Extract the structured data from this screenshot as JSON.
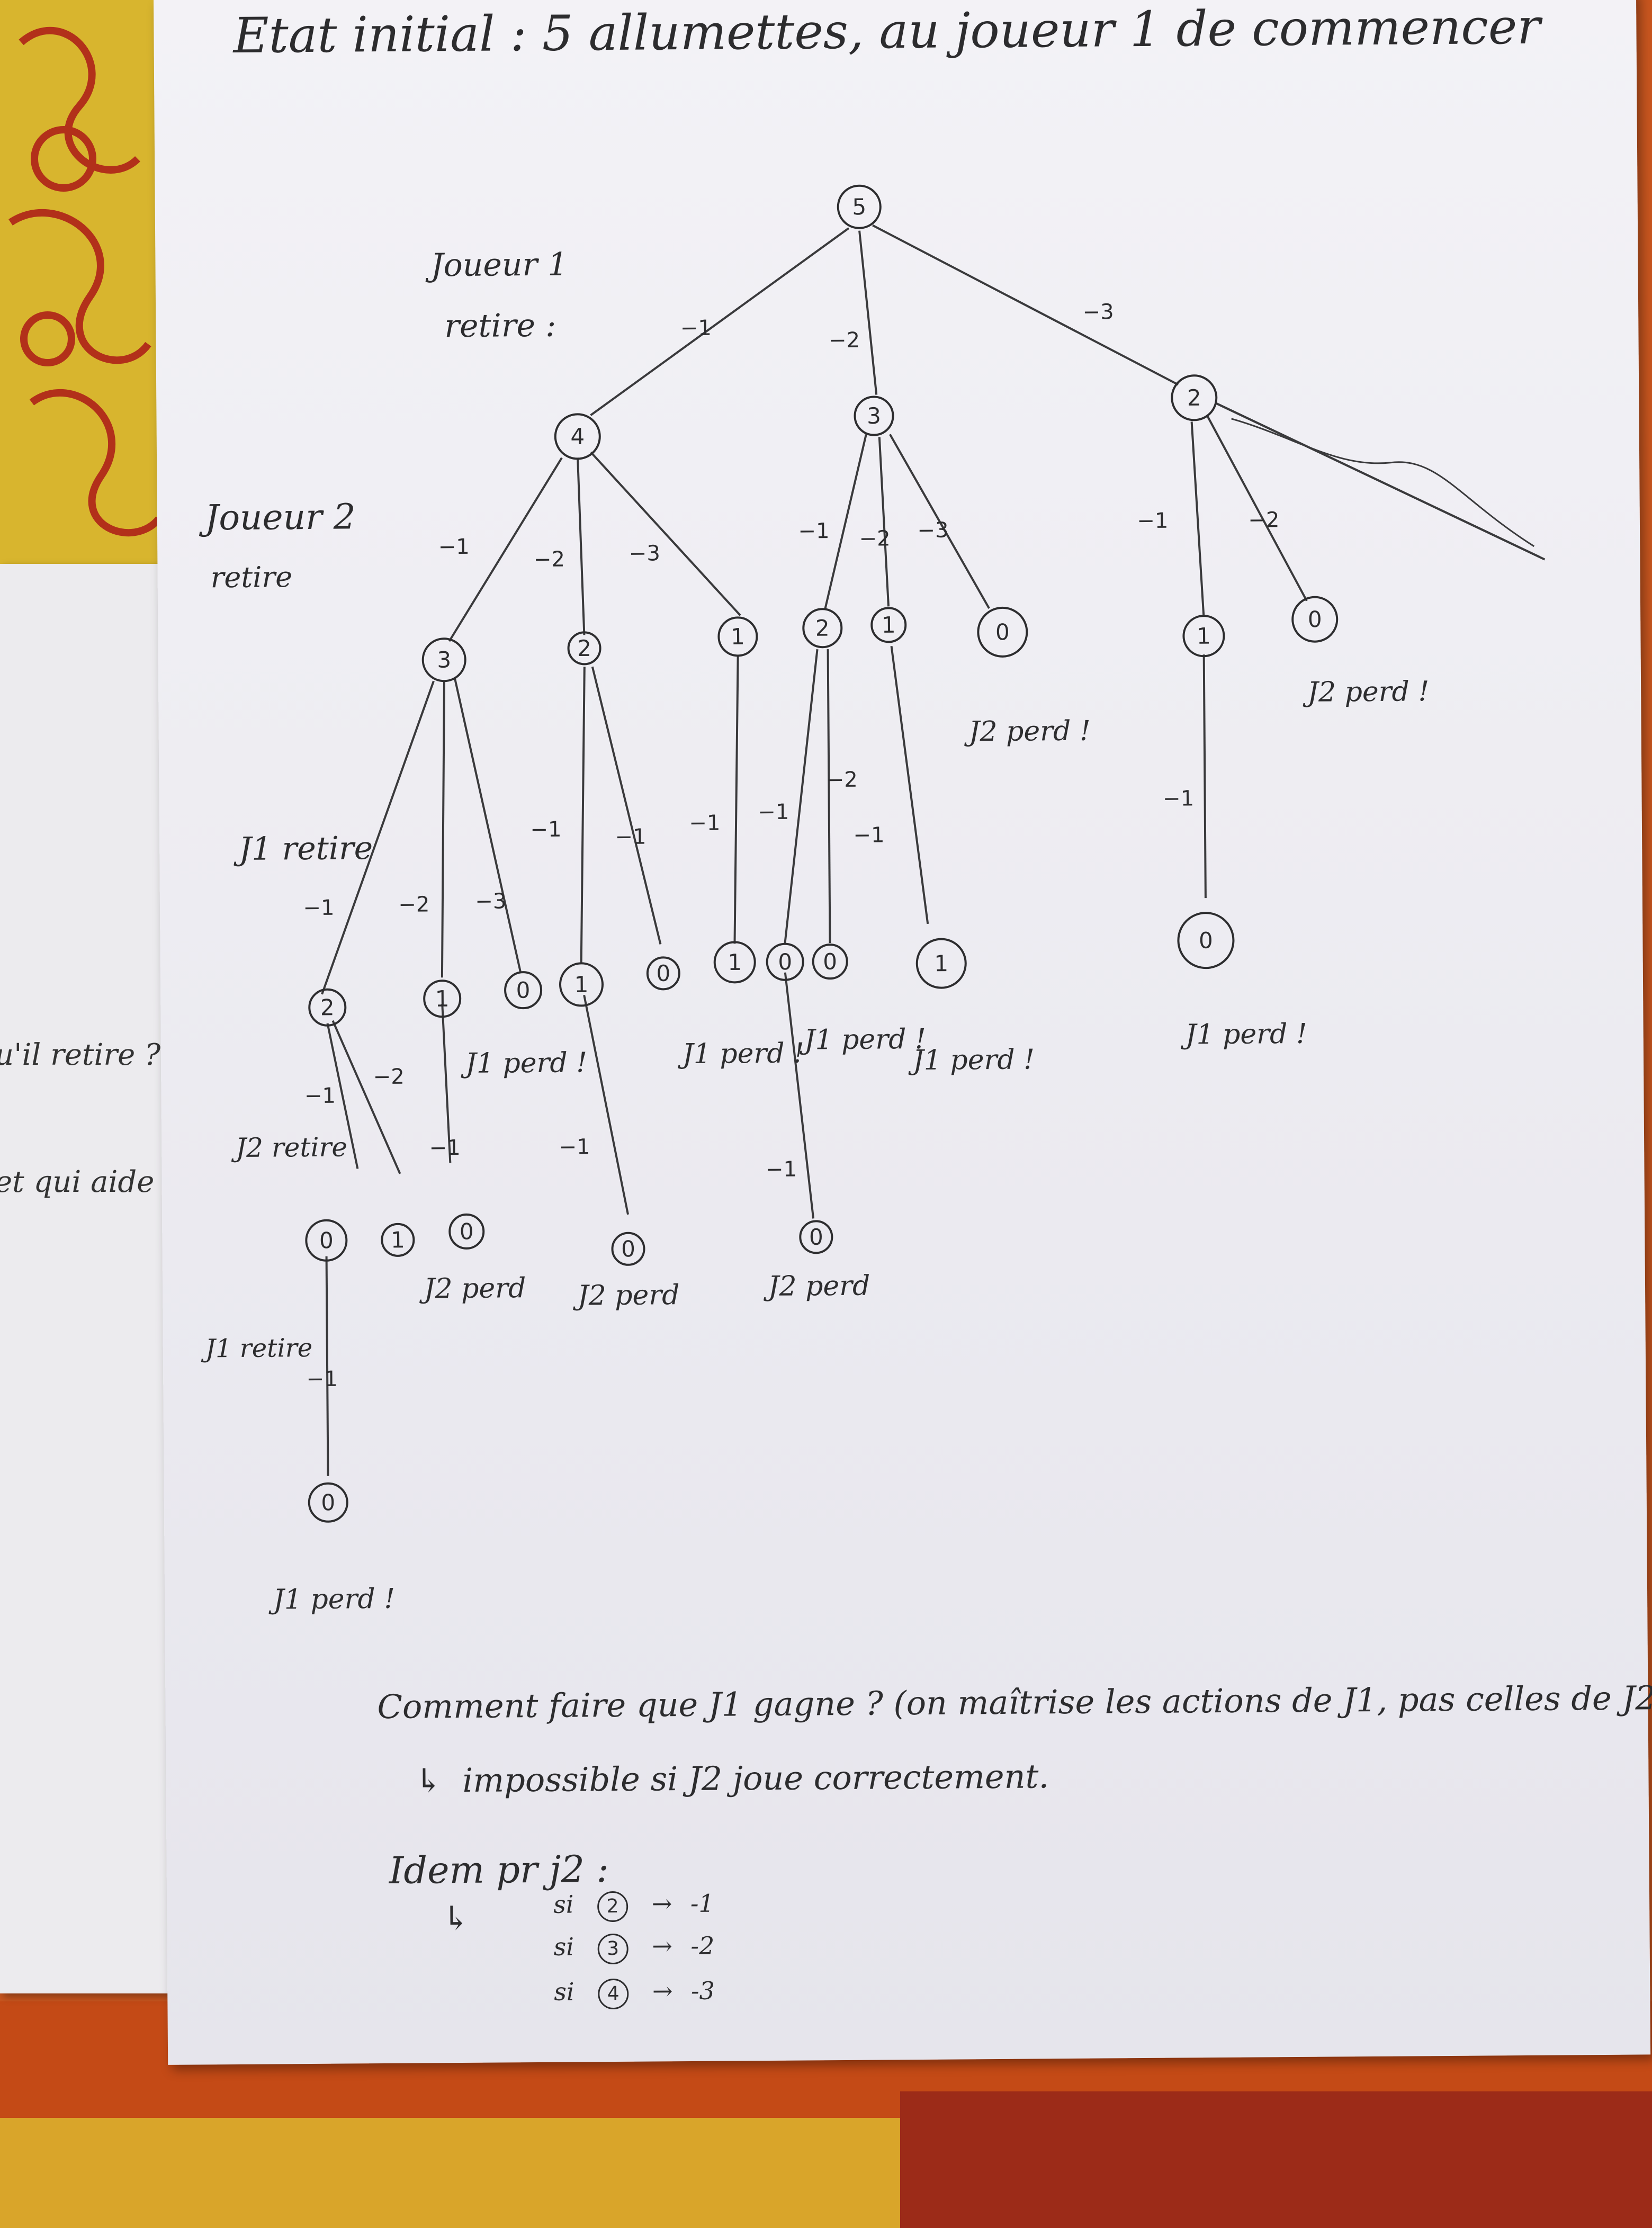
{
  "colors": {
    "paper": "#eeedf2",
    "ink": "#2c2c2e",
    "tablecloth": "#c8561f"
  },
  "title": "Etat initial : 5 allumettes, au joueur 1 de commencer",
  "row_labels": {
    "j1": [
      "Joueur 1",
      "retire :"
    ],
    "j2": [
      "Joueur 2",
      "retire"
    ],
    "j1b": "J1 retire",
    "j2b": "J2 retire",
    "j1c": "J1 retire"
  },
  "nodes": [
    "5",
    "4",
    "3",
    "2",
    "3",
    "2",
    "1",
    "2",
    "1",
    "0",
    "1",
    "0",
    "2",
    "1",
    "0",
    "1",
    "0",
    "1",
    "0",
    "0",
    "1",
    "0",
    "0",
    "1",
    "0",
    "0",
    "0",
    "0"
  ],
  "edges": [
    "-1",
    "-2",
    "-3",
    "-1",
    "-2",
    "-3",
    "-1",
    "-2",
    "-3",
    "-1",
    "-2",
    "-1",
    "-2",
    "-3",
    "-1",
    "-1",
    "-1",
    "-1",
    "-2",
    "-1",
    "-1",
    "-1",
    "-2",
    "-1",
    "-1",
    "-1",
    "-1",
    "-1"
  ],
  "leaf_labels": {
    "l1": "J2 perd !",
    "l2": "J2 perd !",
    "l3": "J1 perd !",
    "l4": "J1 perd !",
    "l5": "J1 perd !",
    "l6": "J1 perd !",
    "l7": "J1 perd !",
    "l8": "J2 perd",
    "l9": "J2 perd",
    "l10": "J2 perd",
    "l11": "J1 perd !"
  },
  "question": "Comment faire que J1 gagne ? (on maîtrise les actions de J1, pas celles de J2).",
  "answer": "impossible si J2 joue correctement.",
  "idem": "Idem pr j2 :",
  "rules": [
    {
      "cond": "si",
      "node": "2",
      "action": "-1"
    },
    {
      "cond": "si",
      "node": "3",
      "action": "-2"
    },
    {
      "cond": "si",
      "node": "4",
      "action": "-3"
    }
  ],
  "side_text": [
    "u'il retire ?",
    "et qui aide"
  ]
}
